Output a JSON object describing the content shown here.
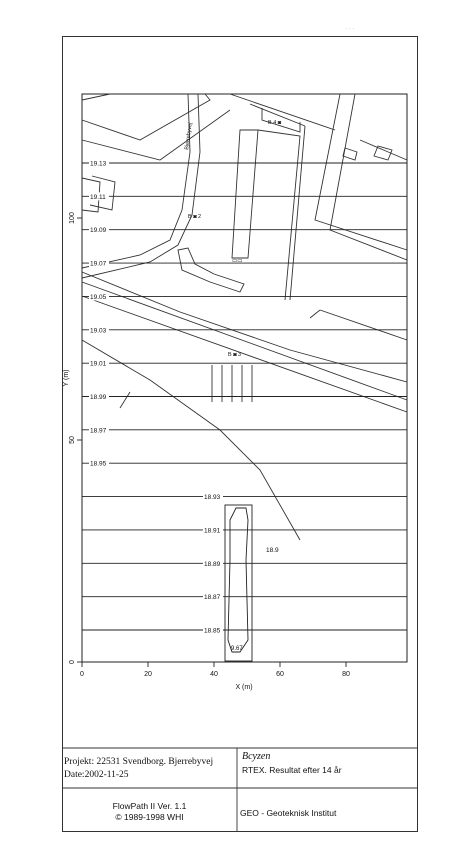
{
  "plot": {
    "y_axis_label": "Y (m)",
    "x_axis_label": "X (m)",
    "x_ticks": [
      "0",
      "20",
      "40",
      "60",
      "80"
    ],
    "y_ticks": [
      "0",
      "50",
      "100"
    ],
    "road_label": "Bjerrebyvej",
    "contours": [
      {
        "label": "19.13",
        "y": 19.13
      },
      {
        "label": "19.11",
        "y": 19.11
      },
      {
        "label": "19.09",
        "y": 19.09
      },
      {
        "label": "19.07",
        "y": 19.07
      },
      {
        "label": "19.05",
        "y": 19.05
      },
      {
        "label": "19.03",
        "y": 19.03
      },
      {
        "label": "19.01",
        "y": 19.01
      },
      {
        "label": "18.99",
        "y": 18.99
      },
      {
        "label": "18.97",
        "y": 18.97
      },
      {
        "label": "18.95",
        "y": 18.95
      },
      {
        "label": "18.93",
        "y": 18.93
      },
      {
        "label": "18.91",
        "y": 18.91
      },
      {
        "label": "18.89",
        "y": 18.89
      },
      {
        "label": "18.87",
        "y": 18.87
      },
      {
        "label": "18.85",
        "y": 18.85
      }
    ],
    "min_label": "18.9",
    "pond_label": "9.67"
  },
  "footer": {
    "project": "Projekt: 22531 Svendborg. Bjerrebyvej",
    "date": "Date:2002-11-25",
    "handwritten": "Bcyzen",
    "result": "RTEX. Resultat efter 14 år",
    "software": "FlowPath II Ver. 1.1",
    "copyright": "© 1989-1998 WHI",
    "company": "GEO - Geoteknisk Institut"
  }
}
